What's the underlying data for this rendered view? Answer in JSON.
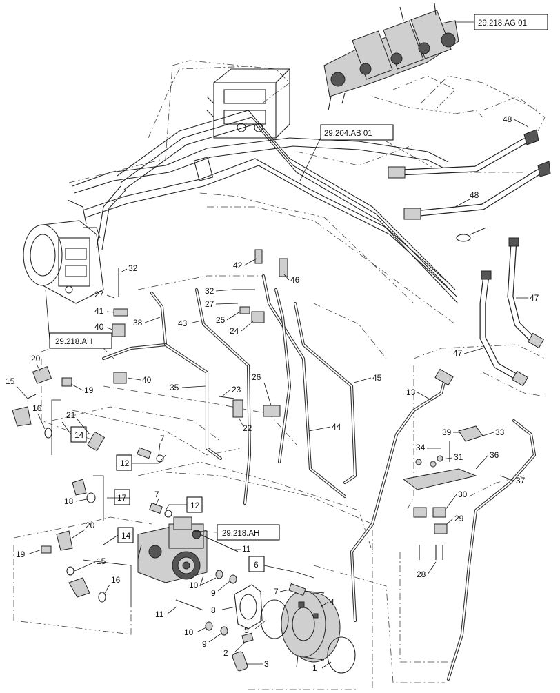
{
  "diagram": {
    "references": [
      {
        "id": "ref-ag01",
        "text": "29.218.AG 01"
      },
      {
        "id": "ref-ab01",
        "text": "29.204.AB 01"
      },
      {
        "id": "ref-ah-left",
        "text": "29.218.AH"
      },
      {
        "id": "ref-ah-center",
        "text": "29.218.AH"
      }
    ],
    "boxed_callouts": [
      "14",
      "12",
      "17",
      "12",
      "14",
      "6"
    ],
    "callouts": [
      "48",
      "48",
      "47",
      "47",
      "13",
      "39",
      "33",
      "34",
      "31",
      "36",
      "37",
      "30",
      "29",
      "28",
      "32",
      "27",
      "41",
      "40",
      "40",
      "38",
      "43",
      "32",
      "27",
      "25",
      "24",
      "42",
      "46",
      "45",
      "44",
      "26",
      "23",
      "22",
      "35",
      "20",
      "19",
      "15",
      "16",
      "21",
      "7",
      "7",
      "18",
      "20",
      "19",
      "15",
      "16",
      "11",
      "10",
      "9",
      "8",
      "7",
      "4",
      "5",
      "11",
      "10",
      "9",
      "2",
      "3",
      "1"
    ]
  }
}
